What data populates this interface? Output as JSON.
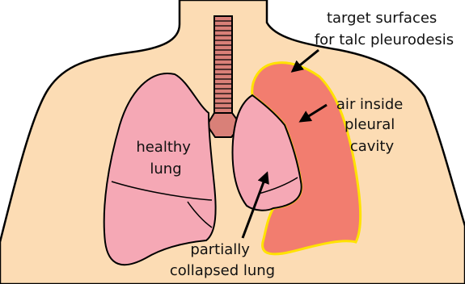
{
  "colors": {
    "skin": "#fcdcb4",
    "lung": "#f5a8b5",
    "air_cavity": "#f27d6f",
    "pleura_outline": "#ffe200",
    "trachea": "#d98078",
    "outline": "#000000"
  },
  "labels": {
    "target": [
      "target surfaces",
      "for talc pleurodesis"
    ],
    "air": [
      "air inside",
      "pleural",
      "cavity"
    ],
    "healthy": [
      "healthy",
      "lung"
    ],
    "collapsed": [
      "partially",
      "collapsed lung"
    ]
  }
}
